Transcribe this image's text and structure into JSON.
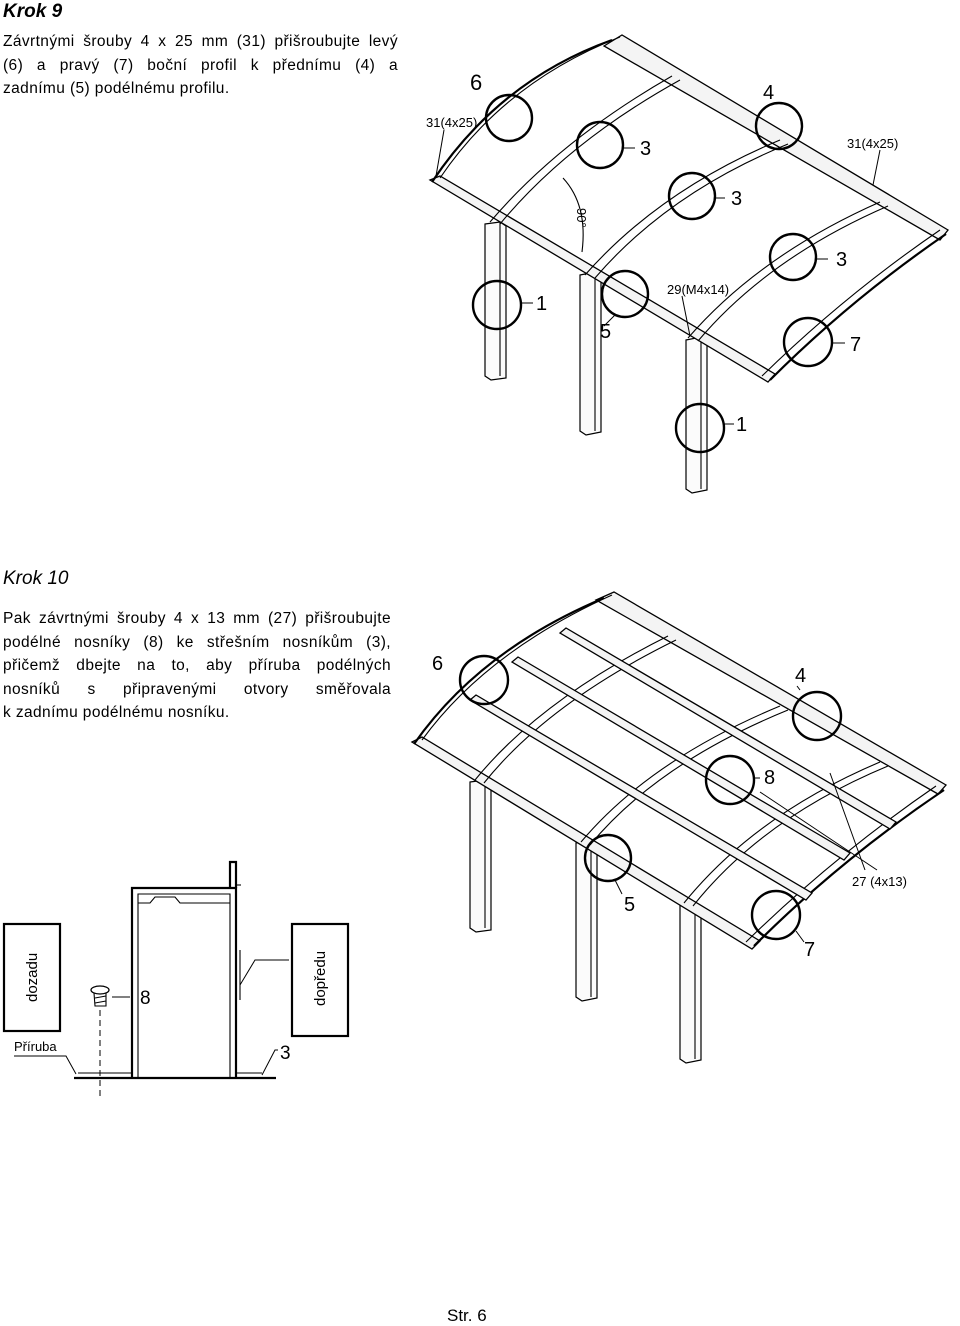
{
  "step9": {
    "title": "Krok 9",
    "lines": [
      "Závrtnými šrouby 4 x 25 mm (31) přišroubujte levý",
      "(6) a pravý (7) boční profil k přednímu (4) a",
      "zadnímu (5) podélnému profilu."
    ],
    "labels": {
      "n6": "6",
      "n4": "4",
      "n3a": "3",
      "n3b": "3",
      "n3c": "3",
      "n1a": "1",
      "n5": "5",
      "n7": "7",
      "n1b": "1",
      "screw_left": "31(4x25)",
      "screw_right": "31(4x25)",
      "angle": "90°",
      "bolt": "29(M4x14)"
    }
  },
  "step10": {
    "title": "Krok 10",
    "lines": [
      "Pak závrtnými šrouby 4 x 13 mm (27) přišroubujte",
      "podélné nosníky (8) ke střešním nosníkům (3),",
      "přičemž dbejte na to, aby příruba podélných",
      "nosníků s připravenými otvory směřovala",
      "k zadnímu podélnému nosníku."
    ],
    "labels": {
      "n6": "6",
      "n4": "4",
      "n8": "8",
      "screw": "27 (4x13)",
      "n5": "5",
      "n7": "7"
    },
    "detail": {
      "back": "dozadu",
      "front": "dopředu",
      "flange": "Příruba",
      "beam": "8",
      "rafter": "3"
    }
  },
  "footer": {
    "page": "Str. 6"
  }
}
